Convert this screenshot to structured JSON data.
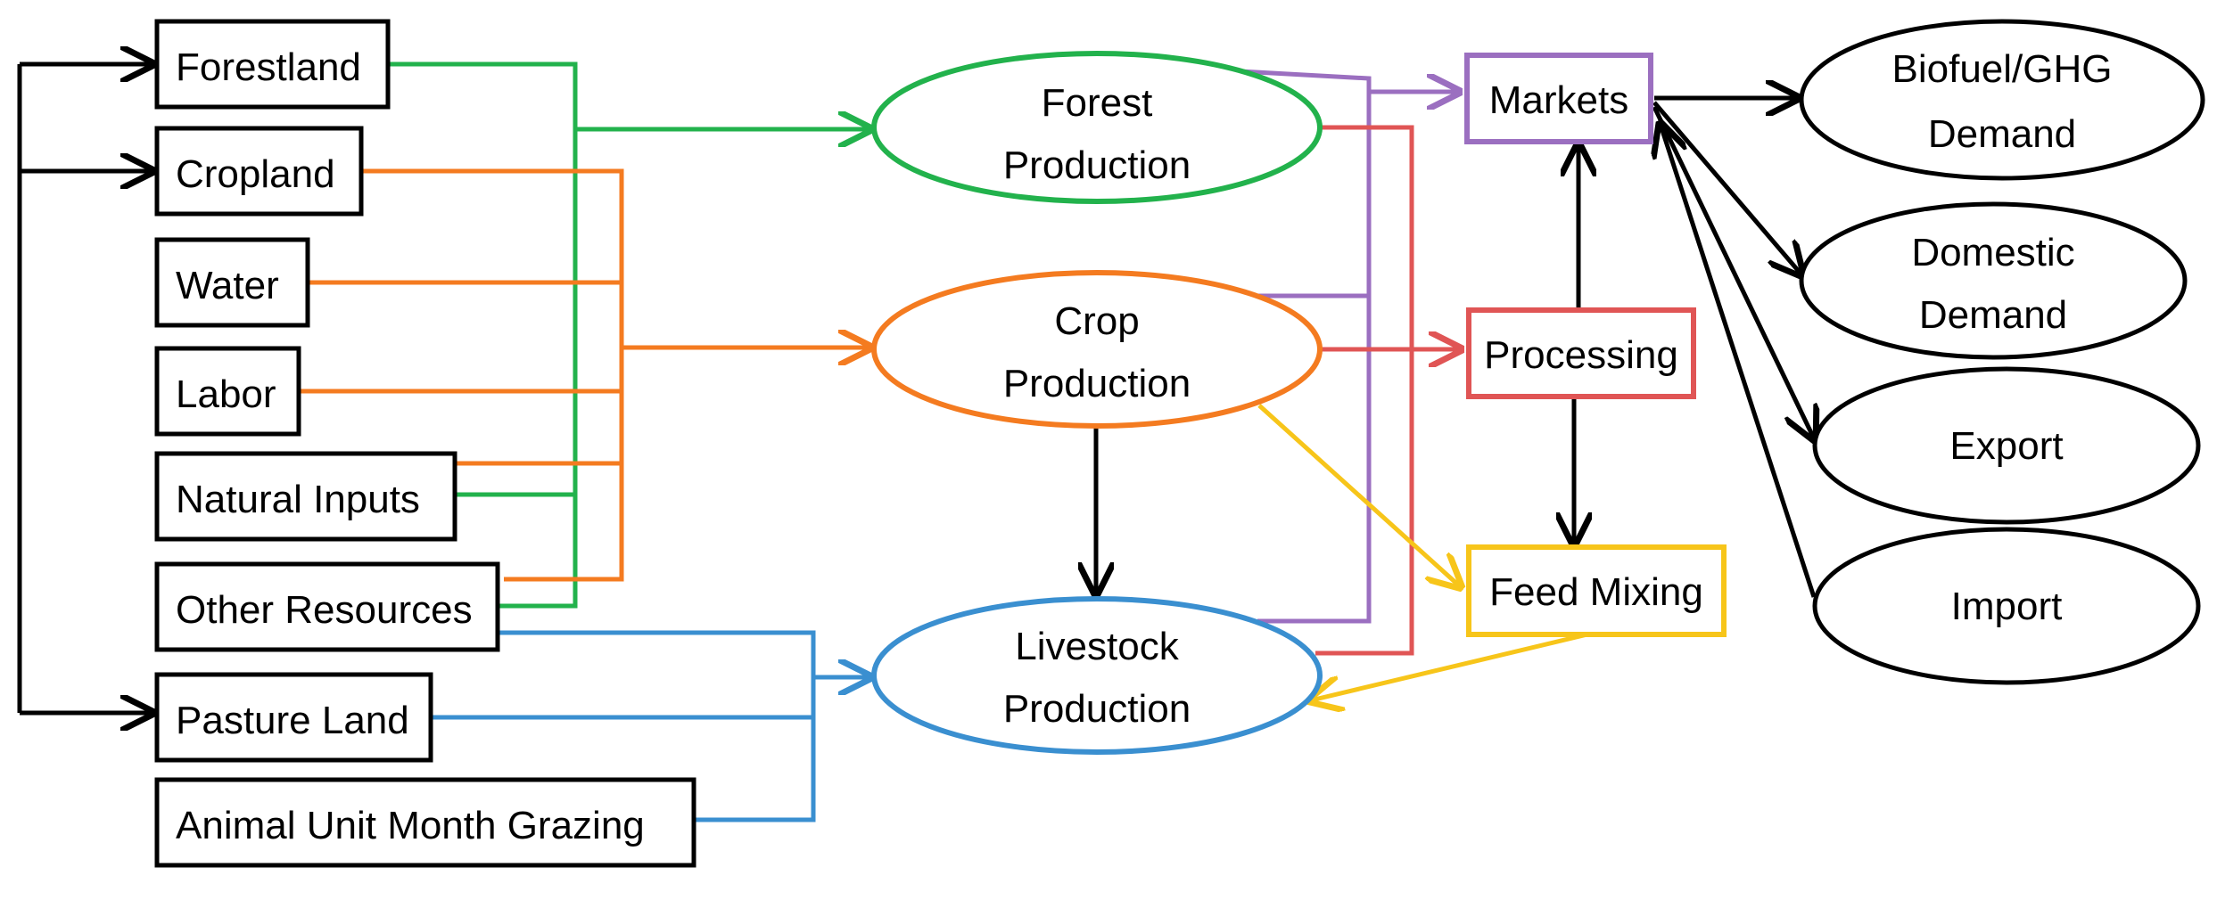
{
  "resources": {
    "forestland": "Forestland",
    "cropland": "Cropland",
    "water": "Water",
    "labor": "Labor",
    "natural_inputs": "Natural Inputs",
    "other_resources": "Other Resources",
    "pasture_land": "Pasture Land",
    "aum_grazing": "Animal Unit Month Grazing"
  },
  "production": {
    "forest": [
      "Forest",
      "Production"
    ],
    "crop": [
      "Crop",
      "Production"
    ],
    "livestock": [
      "Livestock",
      "Production"
    ]
  },
  "intermediate": {
    "markets": "Markets",
    "processing": "Processing",
    "feed_mixing": "Feed Mixing"
  },
  "demand": {
    "biofuel_ghg": [
      "Biofuel/GHG",
      "Demand"
    ],
    "domestic": [
      "Domestic",
      "Demand"
    ],
    "export": "Export",
    "import": "Import"
  },
  "colors": {
    "forest": "#22b24c",
    "crop": "#f47b20",
    "livestock": "#3a8fd0",
    "markets": "#9b6fc0",
    "processing": "#e05555",
    "feed": "#f7c51a",
    "neutral": "#000000"
  }
}
